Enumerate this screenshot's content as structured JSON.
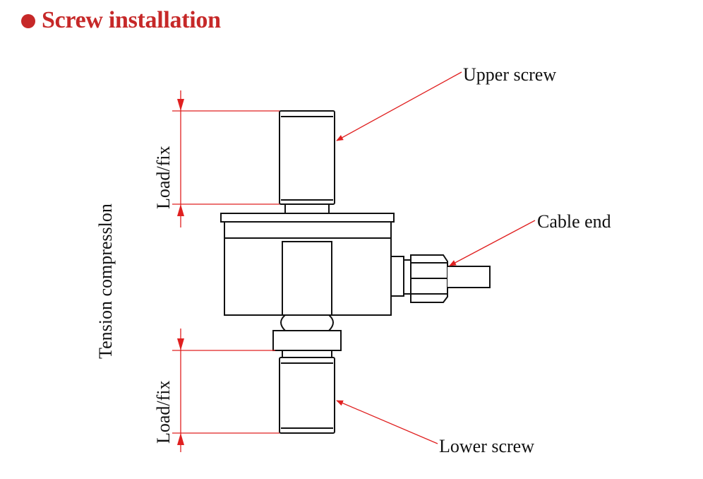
{
  "title": "Screw installation",
  "labels": {
    "upper_screw": "Upper screw",
    "cable_end": "Cable end",
    "lower_screw": "Lower screw",
    "load_fix_top": "Load/fix",
    "load_fix_bottom": "Load/fix",
    "side": "Tension compresslon"
  },
  "colors": {
    "title": "#c62828",
    "dimension": "#e02020",
    "outline": "#111111"
  }
}
